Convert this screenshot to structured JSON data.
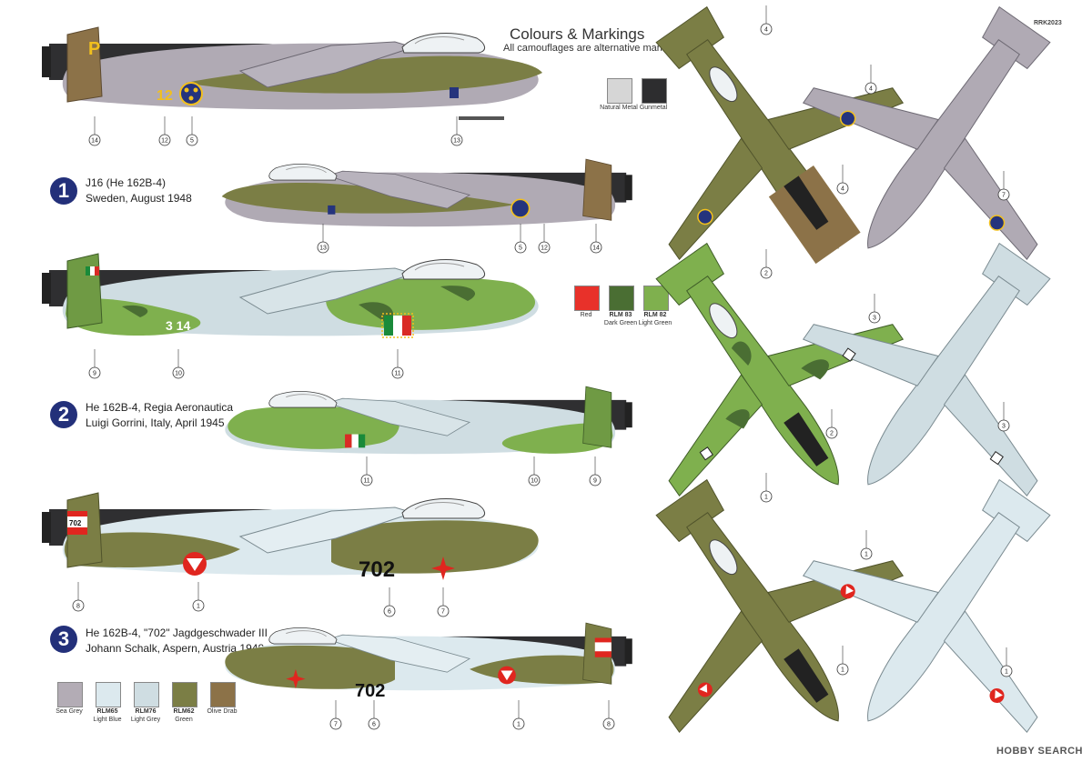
{
  "header": {
    "title": "Colours & Markings",
    "subtitle": "All camouflages are alternative markings",
    "code": "RRK2023"
  },
  "schemes": [
    {
      "number": "1",
      "line1": "J16 (He 162B-4)",
      "line2": "Sweden, August 1948"
    },
    {
      "number": "2",
      "line1": "He 162B-4, Regia Aeronautica",
      "line2": "Luigi Gorrini, Italy, April 1945"
    },
    {
      "number": "3",
      "line1": "He 162B-4, \"702\" Jagdgeschwader III",
      "line2": "Johann Schalk, Aspern, Austria 1948"
    }
  ],
  "swatches_top": [
    {
      "code": "",
      "name": "Natural Metal",
      "color": "#d6d6d6"
    },
    {
      "code": "",
      "name": "Gunmetal",
      "color": "#2d2d2f"
    }
  ],
  "swatches_mid": [
    {
      "code": "",
      "name": "Red",
      "color": "#e8312a"
    },
    {
      "code": "RLM 83",
      "name": "Dark Green",
      "color": "#4a6e33"
    },
    {
      "code": "RLM 82",
      "name": "Light Green",
      "color": "#7fb04e"
    }
  ],
  "swatches_bottom": [
    {
      "code": "",
      "name": "Sea Grey",
      "color": "#b3acb5"
    },
    {
      "code": "RLM65",
      "name": "Light Blue",
      "color": "#dce9ee"
    },
    {
      "code": "RLM76",
      "name": "Light Grey",
      "color": "#cfdde2"
    },
    {
      "code": "RLM62",
      "name": "Green",
      "color": "#7b7e45"
    },
    {
      "code": "",
      "name": "Olive Drab",
      "color": "#8c7248"
    }
  ],
  "markings": {
    "swedish_tail_letter": "P",
    "swedish_number": "12",
    "italian_number": "3 14",
    "austrian_number": "702"
  },
  "colors": {
    "badge": "#23307a",
    "sweden_blue": "#25347d",
    "sweden_yellow": "#f2c01d",
    "italy_green": "#1a8a3a",
    "italy_red": "#d92b25",
    "austria_red": "#e0261f",
    "engine": "#2f2f31"
  },
  "callouts": {
    "s1_top": [
      "14",
      "12",
      "5",
      "13"
    ],
    "s1_bottom": [
      "13",
      "5",
      "12",
      "14"
    ],
    "s1_plan_top": [
      "4",
      "4"
    ],
    "s1_plan_bottom": [
      "4",
      "7"
    ],
    "s2_top": [
      "9",
      "10",
      "11"
    ],
    "s2_bottom": [
      "11",
      "10",
      "9"
    ],
    "s2_plan_top": [
      "2",
      "2"
    ],
    "s2_plan_bottom": [
      "3",
      "3"
    ],
    "s3_top": [
      "8",
      "1",
      "6",
      "7"
    ],
    "s3_bottom": [
      "7",
      "6",
      "1",
      "8"
    ],
    "s3_plan_top": [
      "1",
      "1"
    ],
    "s3_plan_bottom": [
      "1",
      "1"
    ]
  },
  "watermark": "HOBBY SEARCH"
}
